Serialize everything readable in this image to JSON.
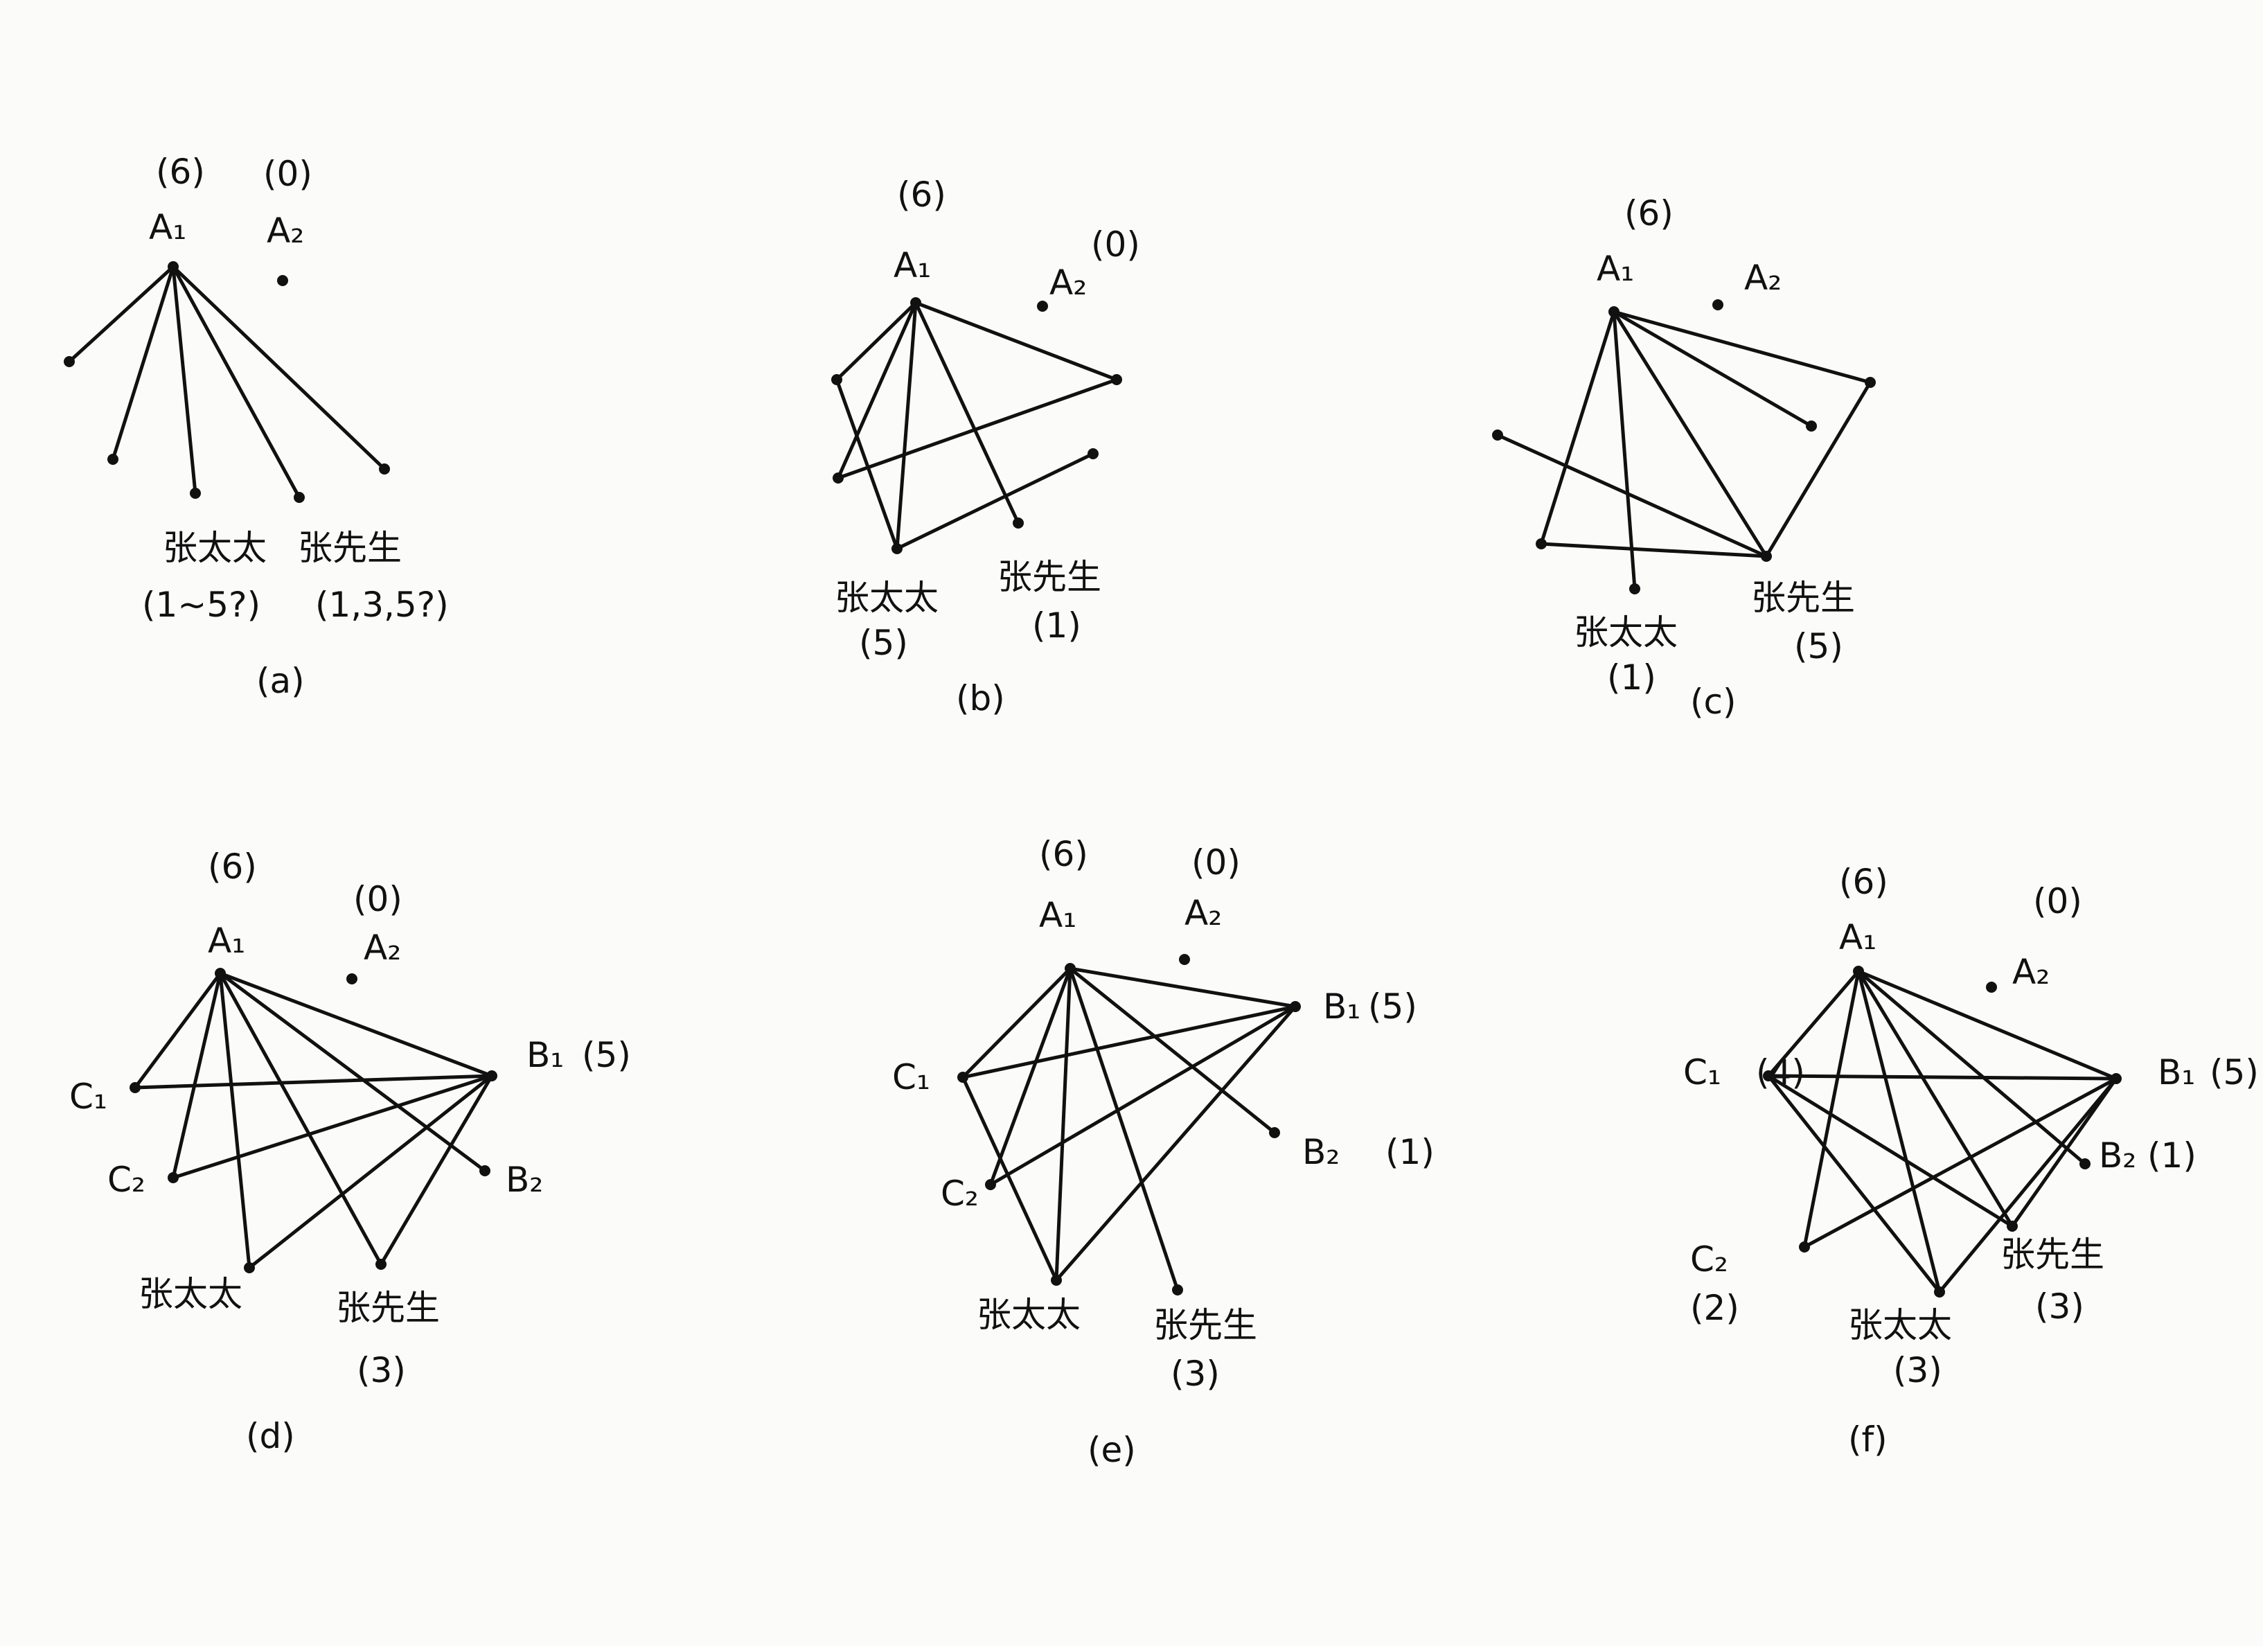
{
  "diagrams": [
    {
      "id": "a",
      "caption": "(a)",
      "nodes": [
        {
          "id": "A1",
          "label": "A₁",
          "value": "(6)"
        },
        {
          "id": "A2",
          "label": "A₂",
          "value": "(0)"
        },
        {
          "id": "p1",
          "label": "",
          "value": ""
        },
        {
          "id": "p2",
          "label": "",
          "value": ""
        },
        {
          "id": "zt",
          "label": "张太太",
          "value": "(1~5?)"
        },
        {
          "id": "p3",
          "label": "",
          "value": ""
        },
        {
          "id": "zx",
          "label": "张先生",
          "value": "(1,3,5?)"
        },
        {
          "id": "p4",
          "label": "",
          "value": ""
        }
      ],
      "edges": [
        [
          "A1",
          "p1"
        ],
        [
          "A1",
          "p2"
        ],
        [
          "A1",
          "zt"
        ],
        [
          "A1",
          "p3"
        ],
        [
          "A1",
          "p4"
        ]
      ]
    },
    {
      "id": "b",
      "caption": "(b)",
      "nodes": [
        {
          "id": "A1",
          "label": "A₁",
          "value": "(6)"
        },
        {
          "id": "A2",
          "label": "A₂",
          "value": "(0)"
        },
        {
          "id": "l1",
          "label": "",
          "value": ""
        },
        {
          "id": "l2",
          "label": "",
          "value": ""
        },
        {
          "id": "zt",
          "label": "张太太",
          "value": "(5)"
        },
        {
          "id": "r1",
          "label": "",
          "value": ""
        },
        {
          "id": "r2",
          "label": "",
          "value": ""
        },
        {
          "id": "zx",
          "label": "张先生",
          "value": "(1)"
        }
      ],
      "edges": [
        [
          "A1",
          "l1"
        ],
        [
          "A1",
          "zt"
        ],
        [
          "A1",
          "r1"
        ],
        [
          "A1",
          "zx"
        ],
        [
          "A1",
          "l2"
        ],
        [
          "l1",
          "zt"
        ],
        [
          "l2",
          "r1"
        ],
        [
          "zt",
          "r2"
        ]
      ]
    },
    {
      "id": "c",
      "caption": "(c)",
      "nodes": [
        {
          "id": "A1",
          "label": "A₁",
          "value": "(6)"
        },
        {
          "id": "A2",
          "label": "A₂",
          "value": ""
        },
        {
          "id": "l1",
          "label": "",
          "value": ""
        },
        {
          "id": "l2",
          "label": "",
          "value": ""
        },
        {
          "id": "zt",
          "label": "张太太",
          "value": "(1)"
        },
        {
          "id": "r1",
          "label": "",
          "value": ""
        },
        {
          "id": "r2",
          "label": "",
          "value": ""
        },
        {
          "id": "zx",
          "label": "张先生",
          "value": "(5)"
        }
      ],
      "edges": [
        [
          "A1",
          "l2"
        ],
        [
          "A1",
          "zt"
        ],
        [
          "A1",
          "zx"
        ],
        [
          "A1",
          "r1"
        ],
        [
          "A1",
          "r2"
        ],
        [
          "l1",
          "zx"
        ],
        [
          "l2",
          "zx"
        ],
        [
          "r1",
          "zx"
        ]
      ]
    },
    {
      "id": "d",
      "caption": "(d)",
      "nodes": [
        {
          "id": "A1",
          "label": "A₁",
          "value": "(6)"
        },
        {
          "id": "A2",
          "label": "A₂",
          "value": "(0)"
        },
        {
          "id": "C1",
          "label": "C₁",
          "value": ""
        },
        {
          "id": "C2",
          "label": "C₂",
          "value": ""
        },
        {
          "id": "zt",
          "label": "张太太",
          "value": ""
        },
        {
          "id": "zx",
          "label": "张先生",
          "value": "(3)"
        },
        {
          "id": "B2",
          "label": "B₂",
          "value": ""
        },
        {
          "id": "B1",
          "label": "B₁",
          "value": "(5)"
        }
      ],
      "edges": [
        [
          "A1",
          "C1"
        ],
        [
          "A1",
          "C2"
        ],
        [
          "A1",
          "zt"
        ],
        [
          "A1",
          "zx"
        ],
        [
          "A1",
          "B2"
        ],
        [
          "A1",
          "B1"
        ],
        [
          "C1",
          "B1"
        ],
        [
          "C2",
          "B1"
        ],
        [
          "zt",
          "B1"
        ],
        [
          "zx",
          "B1"
        ]
      ]
    },
    {
      "id": "e",
      "caption": "(e)",
      "nodes": [
        {
          "id": "A1",
          "label": "A₁",
          "value": "(6)"
        },
        {
          "id": "A2",
          "label": "A₂",
          "value": "(0)"
        },
        {
          "id": "C1",
          "label": "C₁",
          "value": ""
        },
        {
          "id": "C2",
          "label": "C₂",
          "value": ""
        },
        {
          "id": "zt",
          "label": "张太太",
          "value": ""
        },
        {
          "id": "zx",
          "label": "张先生",
          "value": "(3)"
        },
        {
          "id": "B2",
          "label": "B₂",
          "value": "(1)"
        },
        {
          "id": "B1",
          "label": "B₁",
          "value": "(5)"
        }
      ],
      "edges": [
        [
          "A1",
          "C1"
        ],
        [
          "A1",
          "C2"
        ],
        [
          "A1",
          "zt"
        ],
        [
          "A1",
          "zx"
        ],
        [
          "A1",
          "B2"
        ],
        [
          "A1",
          "B1"
        ],
        [
          "C1",
          "B1"
        ],
        [
          "C2",
          "B1"
        ],
        [
          "zt",
          "B1"
        ],
        [
          "C1",
          "zt"
        ]
      ]
    },
    {
      "id": "f",
      "caption": "(f)",
      "nodes": [
        {
          "id": "A1",
          "label": "A₁",
          "value": "(6)"
        },
        {
          "id": "A2",
          "label": "A₂",
          "value": "(0)"
        },
        {
          "id": "C1",
          "label": "C₁",
          "value": "(4)"
        },
        {
          "id": "C2",
          "label": "C₂",
          "value": "(2)"
        },
        {
          "id": "zt",
          "label": "张太太",
          "value": "(3)"
        },
        {
          "id": "zx",
          "label": "张先生",
          "value": "(3)"
        },
        {
          "id": "B2",
          "label": "B₂",
          "value": "(1)"
        },
        {
          "id": "B1",
          "label": "B₁",
          "value": "(5)"
        }
      ],
      "edges": [
        [
          "A1",
          "B1"
        ],
        [
          "A1",
          "B2"
        ],
        [
          "A1",
          "C1"
        ],
        [
          "A1",
          "C2"
        ],
        [
          "A1",
          "zt"
        ],
        [
          "A1",
          "zx"
        ],
        [
          "C1",
          "B1"
        ],
        [
          "C1",
          "zt"
        ],
        [
          "C1",
          "zx"
        ],
        [
          "C2",
          "B1"
        ],
        [
          "zt",
          "B1"
        ],
        [
          "zx",
          "B1"
        ]
      ]
    }
  ]
}
